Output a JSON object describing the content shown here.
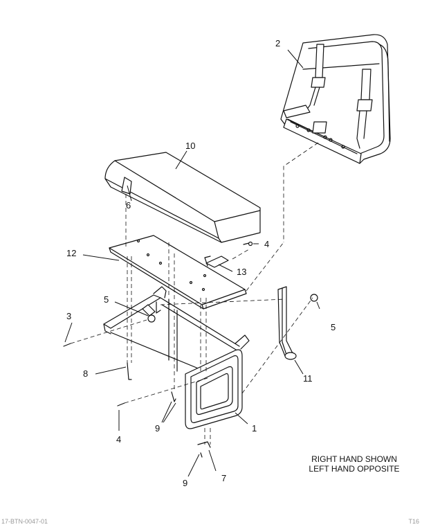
{
  "callouts": [
    {
      "key": "c2",
      "text": "2"
    },
    {
      "key": "c10",
      "text": "10"
    },
    {
      "key": "c6",
      "text": "6"
    },
    {
      "key": "c4a",
      "text": "4"
    },
    {
      "key": "c12",
      "text": "12"
    },
    {
      "key": "c13",
      "text": "13"
    },
    {
      "key": "c5a",
      "text": "5"
    },
    {
      "key": "c3",
      "text": "3"
    },
    {
      "key": "c5b",
      "text": "5"
    },
    {
      "key": "c11",
      "text": "11"
    },
    {
      "key": "c8",
      "text": "8"
    },
    {
      "key": "c9a",
      "text": "9"
    },
    {
      "key": "c1",
      "text": "1"
    },
    {
      "key": "c4b",
      "text": "4"
    },
    {
      "key": "c9b",
      "text": "9"
    },
    {
      "key": "c7",
      "text": "7"
    }
  ],
  "note": {
    "line1": "RIGHT HAND SHOWN",
    "line2": "LEFT HAND OPPOSITE"
  },
  "footer": {
    "left": "17-BTN-0047-01",
    "right": "T16"
  }
}
